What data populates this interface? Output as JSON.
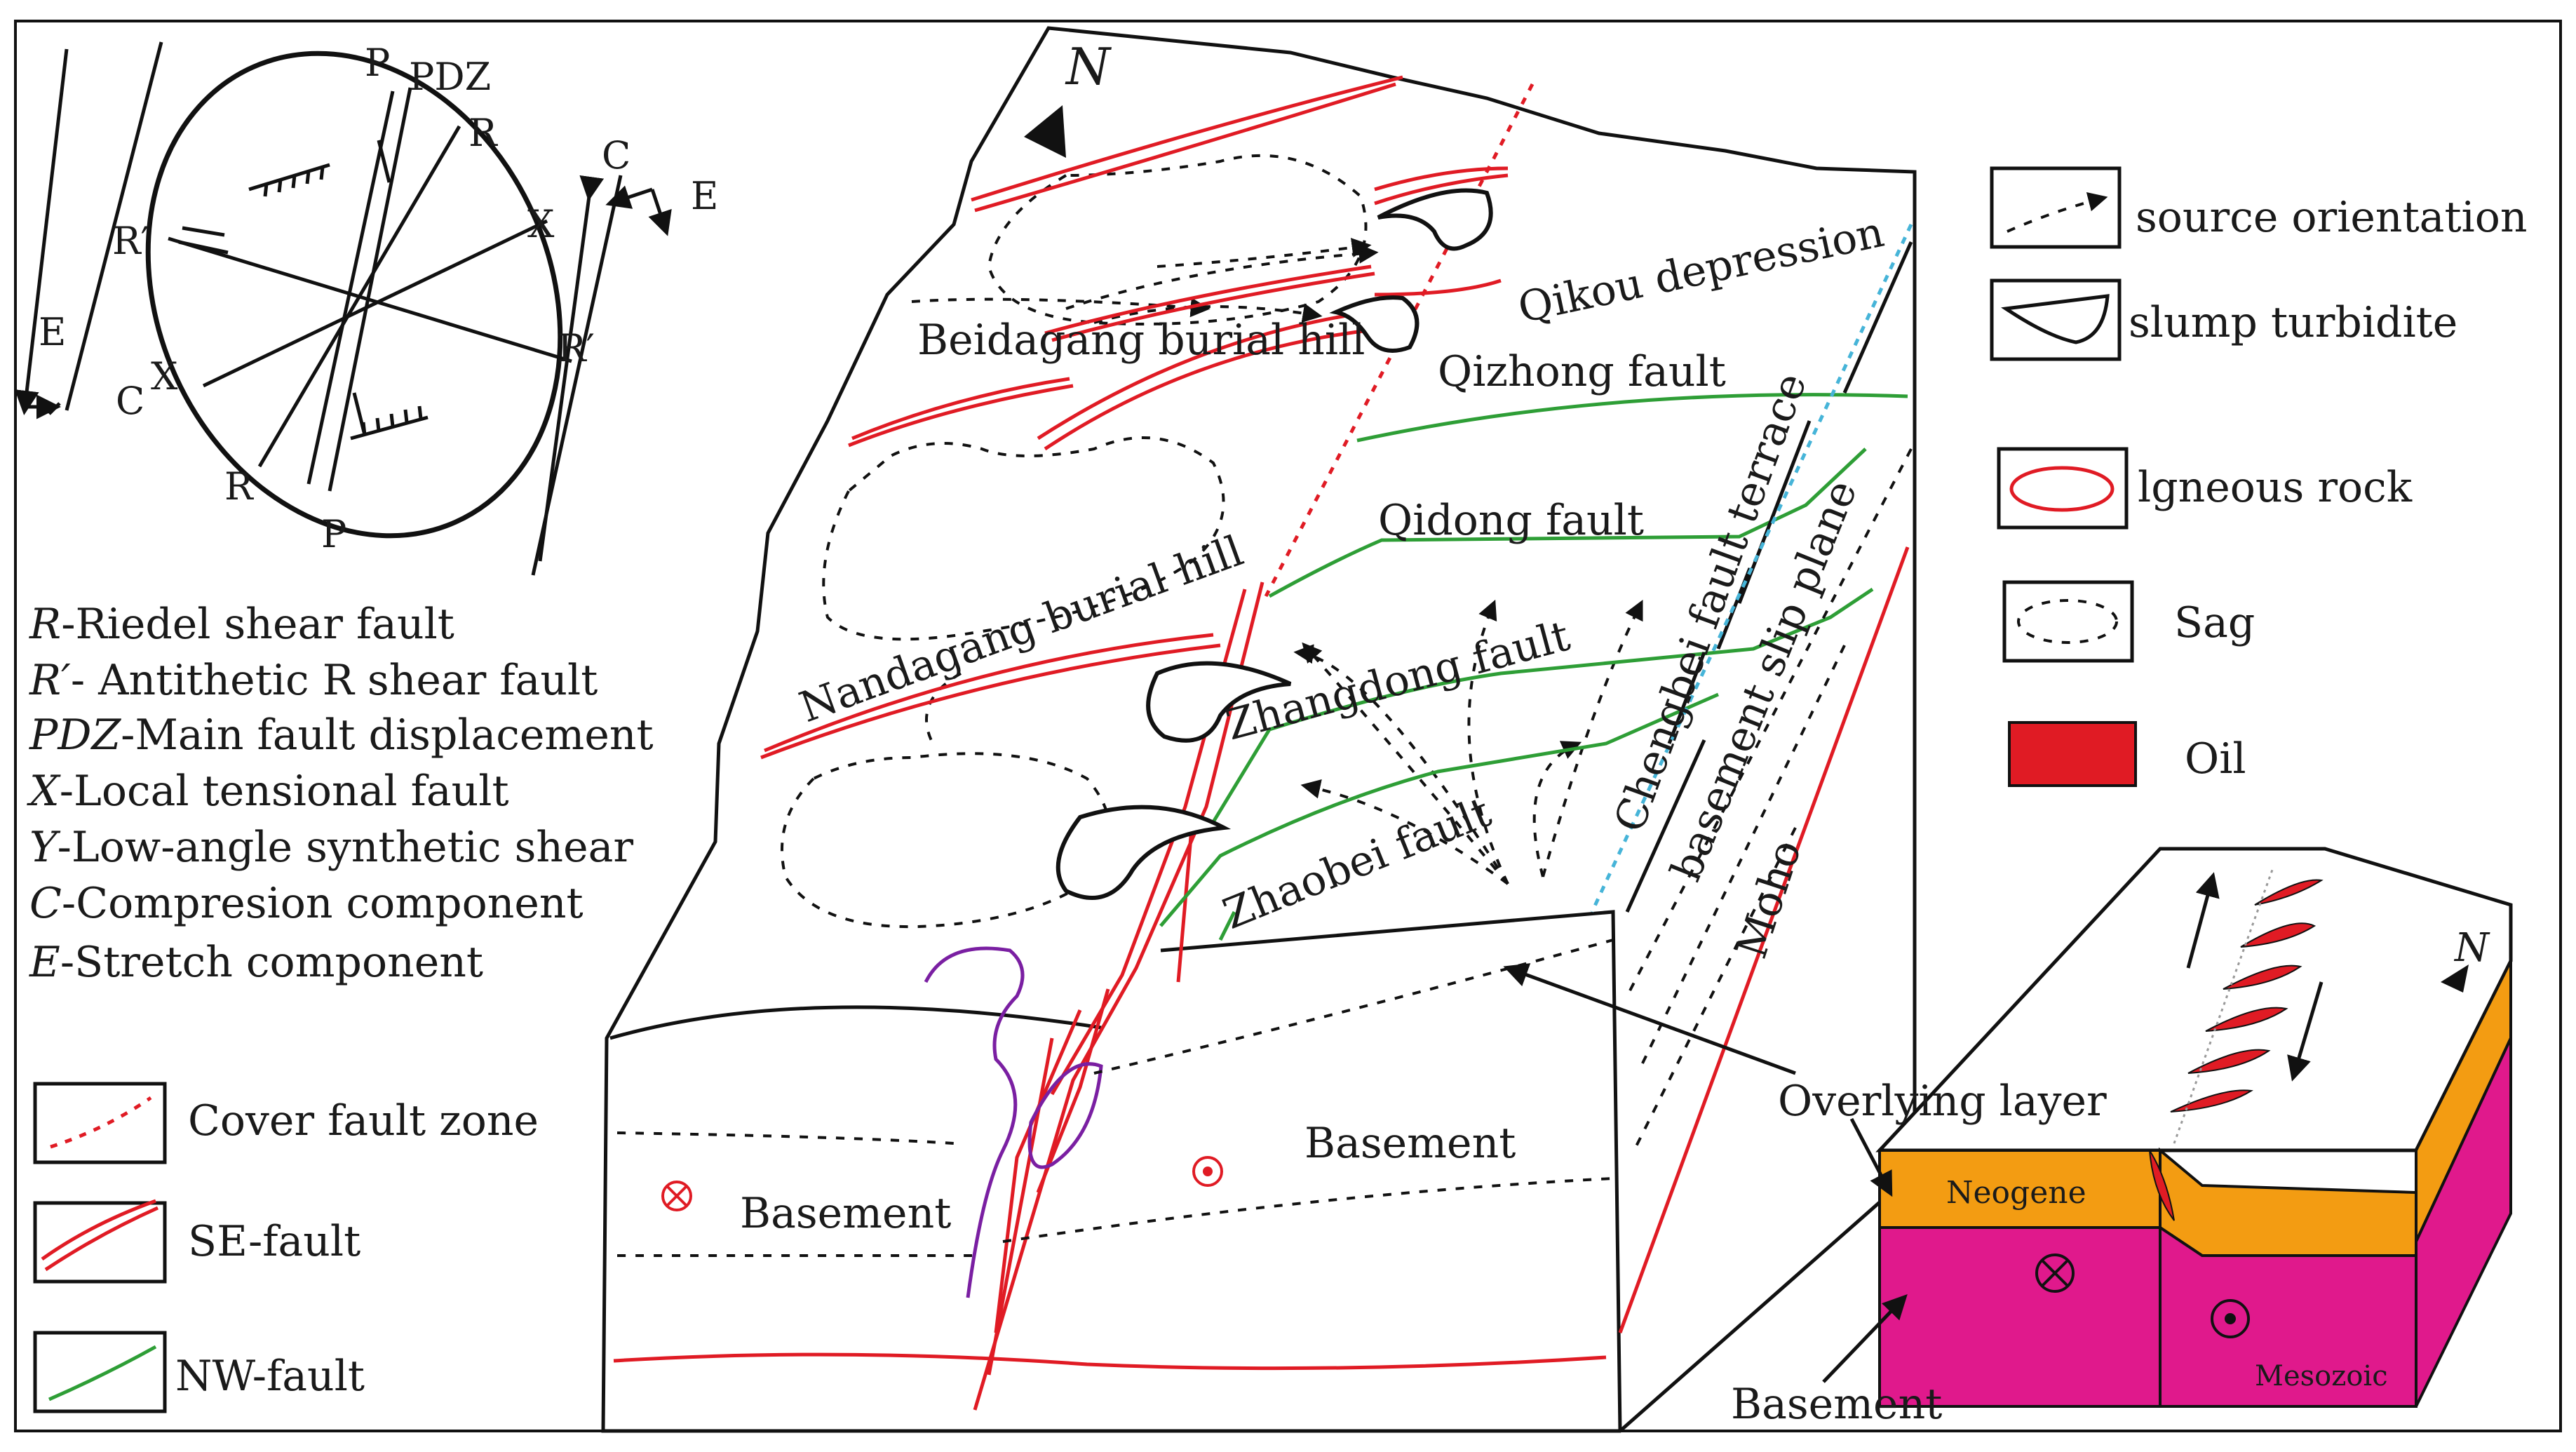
{
  "strain_ellipse": {
    "p_top": "P",
    "pdz": "PDZ",
    "r_top": "R",
    "x_right": "X",
    "r_prime_right": "R′",
    "r_prime_left": "R′",
    "x_left": "X",
    "r_bottom": "R",
    "p_bottom": "P",
    "e_left": "E",
    "c_left": "C",
    "c_right": "C",
    "e_right": "E"
  },
  "definitions": [
    {
      "symbol": "R",
      "text": "-Riedel  shear fault"
    },
    {
      "symbol": "R′",
      "text": "- Antithetic R shear fault"
    },
    {
      "symbol": "PDZ",
      "text": "-Main fault displacement"
    },
    {
      "symbol": "X",
      "text": "-Local tensional fault"
    },
    {
      "symbol": "Y",
      "text": "-Low-angle synthetic shear"
    },
    {
      "symbol": "C",
      "text": "-Compresion component"
    },
    {
      "symbol": "E",
      "text": "-Stretch component"
    }
  ],
  "left_legend": [
    {
      "label": "Cover fault zone",
      "icon": "red-dotted-line"
    },
    {
      "label": "SE-fault",
      "icon": "red-double-line"
    },
    {
      "label": "NW-fault",
      "icon": "green-line"
    }
  ],
  "block": {
    "north": "N",
    "labels": {
      "qikou": "Qikou depression",
      "beidagang": "Beidagang burial hill",
      "qizhong": "Qizhong fault",
      "qidong": "Qidong fault",
      "nandagang": "Nandagang burial hill",
      "zhangdong": "Zhangdong fault",
      "chengbei": "Chengbei fault terrace",
      "slip_plane": "basement slip plane",
      "zhaobei": "Zhaobei fault",
      "moho": "Moho",
      "basement_left": "Basement",
      "basement_right": "Basement"
    }
  },
  "right_legend": [
    {
      "label": "source orientation",
      "icon": "dotted-arrow"
    },
    {
      "label": "slump turbidite",
      "icon": "teardrop"
    },
    {
      "label": "lgneous rock",
      "icon": "red-ellipse"
    },
    {
      "label": "Sag",
      "icon": "dotted-ellipse"
    },
    {
      "label": "Oil",
      "icon": "red-fill"
    }
  ],
  "inset": {
    "north": "N",
    "overlying": "Overlying layer",
    "neogene": "Neogene",
    "mesozoic": "Mesozoic",
    "basement": "Basement"
  },
  "colors": {
    "fault_red": "#e01b24",
    "fault_green": "#2e9e36",
    "neogene_orange": "#f39c12",
    "basement_magenta": "#e0198c",
    "oil_red": "#e01b24",
    "slip_blue": "#46b4d8"
  }
}
